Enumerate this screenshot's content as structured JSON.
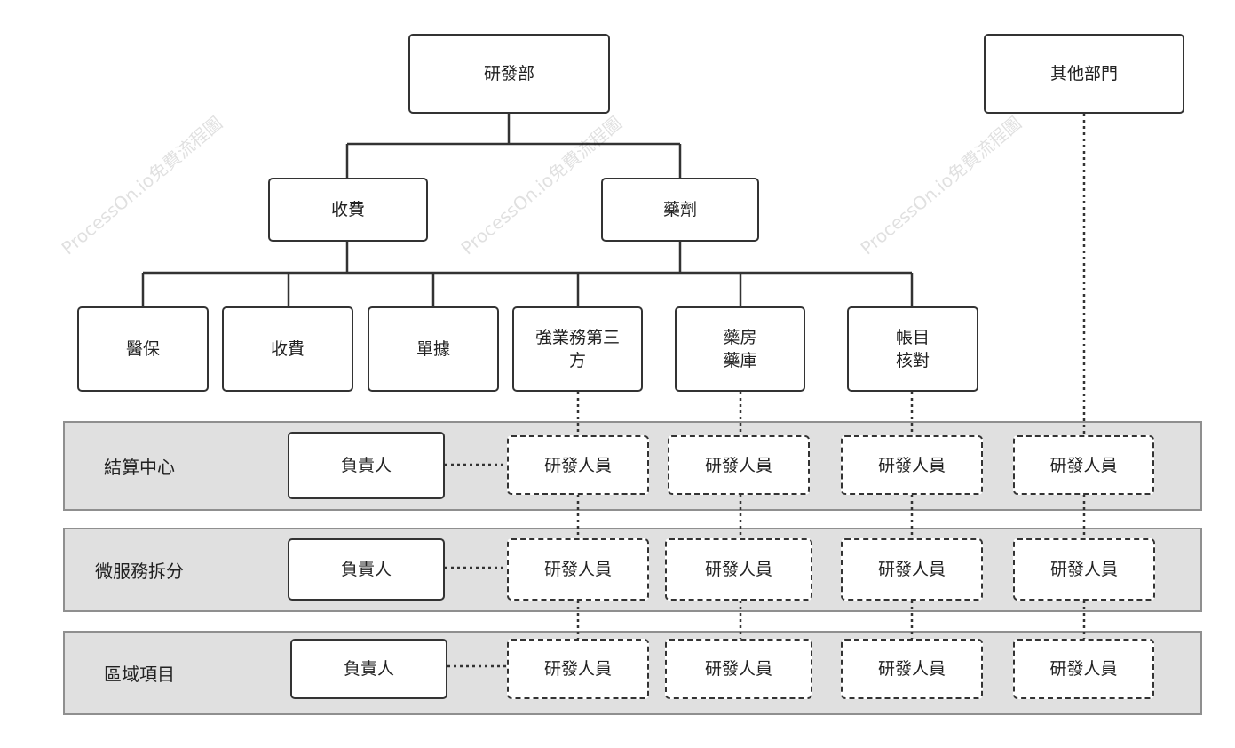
{
  "nodes": {
    "rd": "研發部",
    "other_dept": "其他部門",
    "fee": "收費",
    "pharmacy": "藥劑",
    "insurance": "醫保",
    "fee2": "收費",
    "receipts": "單據",
    "third_party": "強業務第三\n方",
    "pharmacy_store": "藥房\n藥庫",
    "account_check": "帳目\n核對"
  },
  "bands": [
    {
      "label": "結算中心",
      "owner": "負責人",
      "members": [
        "研發人員",
        "研發人員",
        "研發人員",
        "研發人員"
      ]
    },
    {
      "label": "微服務拆分",
      "owner": "負責人",
      "members": [
        "研發人員",
        "研發人員",
        "研發人員",
        "研發人員"
      ]
    },
    {
      "label": "區域項目",
      "owner": "負責人",
      "members": [
        "研發人員",
        "研發人員",
        "研發人員",
        "研發人員"
      ]
    }
  ],
  "watermark": "ProcessOn.io免費流程圖",
  "colors": {
    "band_fill": "#e0e0e0",
    "band_border": "#8f8f8f",
    "line": "#333333"
  }
}
